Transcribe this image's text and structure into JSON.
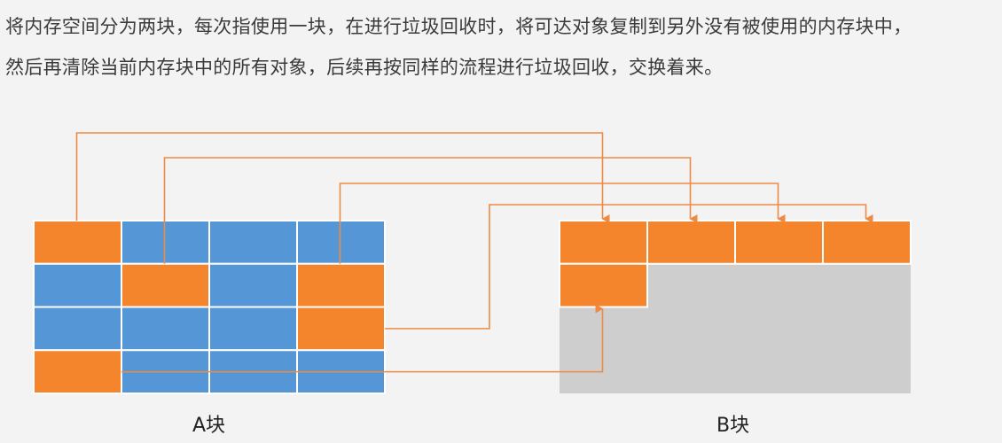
{
  "description": {
    "line1": "将内存空间分为两块，每次指使用一块，在进行垃圾回收时，将可达对象复制到另外没有被使用的内存块中，",
    "line2": "然后再清除当前内存块中的所有对象，后续再按同样的流程进行垃圾回收，交换着来。"
  },
  "block_a": {
    "label": "A块",
    "rows": [
      [
        "live",
        "empty",
        "empty",
        "empty"
      ],
      [
        "empty",
        "live",
        "empty",
        "live"
      ],
      [
        "empty",
        "empty",
        "empty",
        "live"
      ],
      [
        "live",
        "empty",
        "empty",
        "empty"
      ]
    ]
  },
  "block_b": {
    "label": "B块",
    "rows": [
      [
        "live",
        "live",
        "live",
        "live"
      ],
      [
        "live",
        "free",
        "free",
        "free"
      ],
      [
        "free",
        "free",
        "free",
        "free"
      ],
      [
        "free",
        "free",
        "free",
        "free"
      ]
    ]
  },
  "copies": [
    {
      "from": [
        0,
        0
      ],
      "to": [
        0,
        0
      ]
    },
    {
      "from": [
        1,
        1
      ],
      "to": [
        0,
        1
      ]
    },
    {
      "from": [
        1,
        3
      ],
      "to": [
        0,
        2
      ]
    },
    {
      "from": [
        2,
        3
      ],
      "to": [
        0,
        3
      ]
    },
    {
      "from": [
        3,
        0
      ],
      "to": [
        1,
        0
      ]
    }
  ],
  "colors": {
    "live": "#f5852c",
    "empty": "#5597d6",
    "free": "#cecece",
    "arrow": "#ef8a45",
    "background": "#f3f3f3"
  }
}
